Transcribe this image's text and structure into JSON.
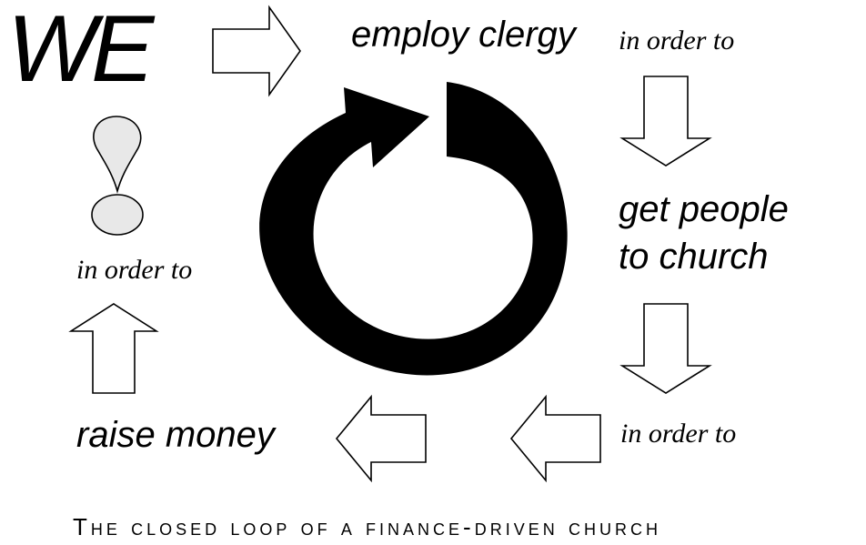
{
  "diagram": {
    "subject": "WE",
    "steps": {
      "employ": "employ clergy",
      "get_people_line1": "get people",
      "get_people_line2": "to church",
      "raise": "raise money"
    },
    "connector": "in order to",
    "exclamation": "!",
    "caption": "The closed loop of a finance-driven church"
  }
}
